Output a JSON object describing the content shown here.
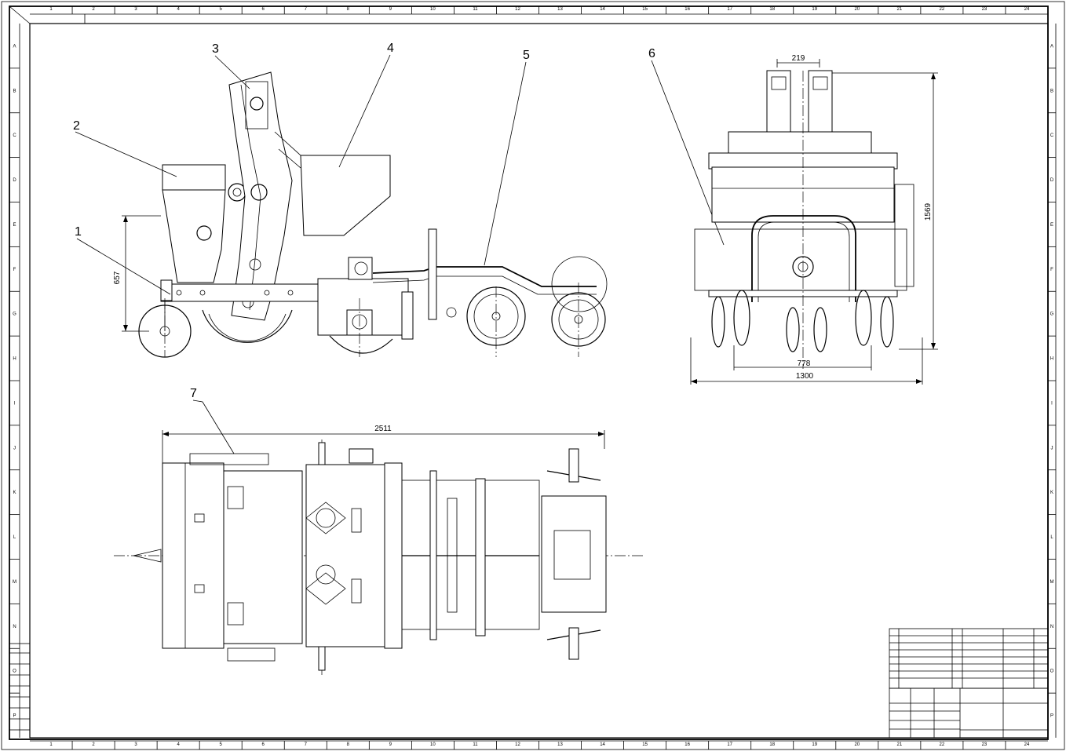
{
  "drawing": {
    "part_labels": [
      "1",
      "2",
      "3",
      "4",
      "5",
      "6",
      "7"
    ],
    "dimensions": {
      "height_side": "657",
      "width_top": "219",
      "height_front": "1569",
      "inner_width": "778",
      "overall_width": "1300",
      "overall_length": "2511"
    },
    "grid_columns": [
      "1",
      "2",
      "3",
      "4",
      "5",
      "6",
      "7",
      "8",
      "9",
      "10",
      "11",
      "12",
      "13",
      "14",
      "15",
      "16",
      "17",
      "18",
      "19",
      "20",
      "21",
      "22",
      "23",
      "24"
    ],
    "grid_rows": [
      "A",
      "B",
      "C",
      "D",
      "E",
      "F",
      "G",
      "H",
      "I",
      "J",
      "K",
      "L",
      "M",
      "N",
      "O",
      "P"
    ]
  }
}
